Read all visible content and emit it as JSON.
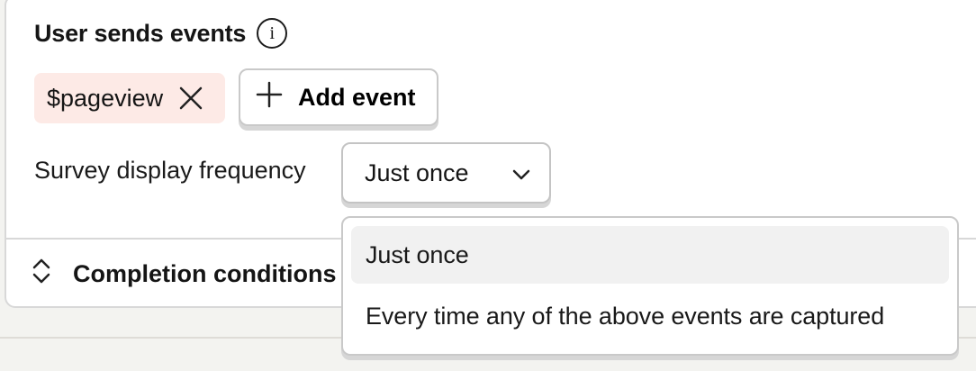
{
  "section": {
    "title": "User sends events",
    "info_icon": "info-icon"
  },
  "events": {
    "chip_label": "$pageview",
    "remove_icon": "close-icon",
    "chip_color": "#fdeae6",
    "add_label": "Add event",
    "add_icon": "plus-icon"
  },
  "frequency": {
    "label": "Survey display frequency",
    "selected": "Just once",
    "dropdown_icon": "chevron-down-icon",
    "options": [
      "Just once",
      "Every time any of the above events are captured"
    ]
  },
  "completion": {
    "label": "Completion conditions",
    "icon": "expand-collapse-icon"
  }
}
